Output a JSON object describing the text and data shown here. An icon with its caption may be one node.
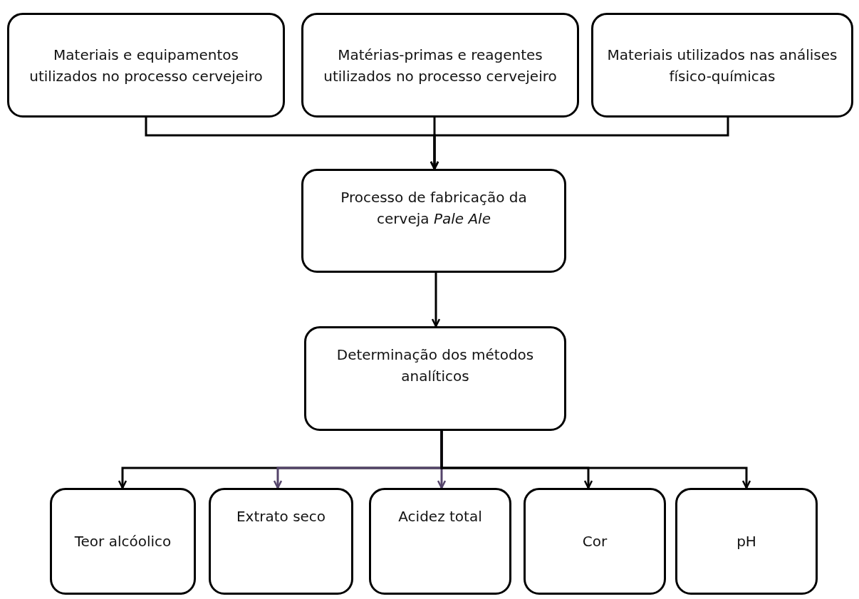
{
  "diagram": {
    "nodes": [
      {
        "text": [
          "Materiais e equipamentos utilizados no processo cervejeiro"
        ]
      },
      {
        "text": [
          "Matérias-primas e reagentes utilizados no processo cervejeiro"
        ]
      },
      {
        "text": [
          "Materiais utilizados nas análises físico-químicas"
        ]
      },
      {
        "text": [
          "Processo de fabricação da cerveja *Pale Ale*"
        ]
      },
      {
        "text": [
          "Determinação dos métodos analíticos"
        ]
      },
      {
        "text": [
          "Teor alcóolico"
        ]
      },
      {
        "text": [
          "Extrato seco"
        ]
      },
      {
        "text": [
          "Acidez total"
        ]
      },
      {
        "text": [
          "Cor"
        ]
      },
      {
        "text": [
          "pH"
        ]
      }
    ],
    "edges": [
      {
        "from": 0,
        "to": 3,
        "arrow": "to"
      },
      {
        "from": 1,
        "to": 3,
        "arrow": "to"
      },
      {
        "from": 2,
        "to": 3,
        "arrow": "to"
      },
      {
        "from": 3,
        "to": 4,
        "arrow": "to"
      },
      {
        "from": 4,
        "to": 5,
        "arrow": "to"
      },
      {
        "from": 4,
        "to": 6,
        "arrow": "to",
        "color": "#54446a"
      },
      {
        "from": 4,
        "to": 7,
        "arrow": "to",
        "color": "#54446a"
      },
      {
        "from": 4,
        "to": 8,
        "arrow": "to"
      },
      {
        "from": 4,
        "to": 9,
        "arrow": "to"
      }
    ]
  }
}
